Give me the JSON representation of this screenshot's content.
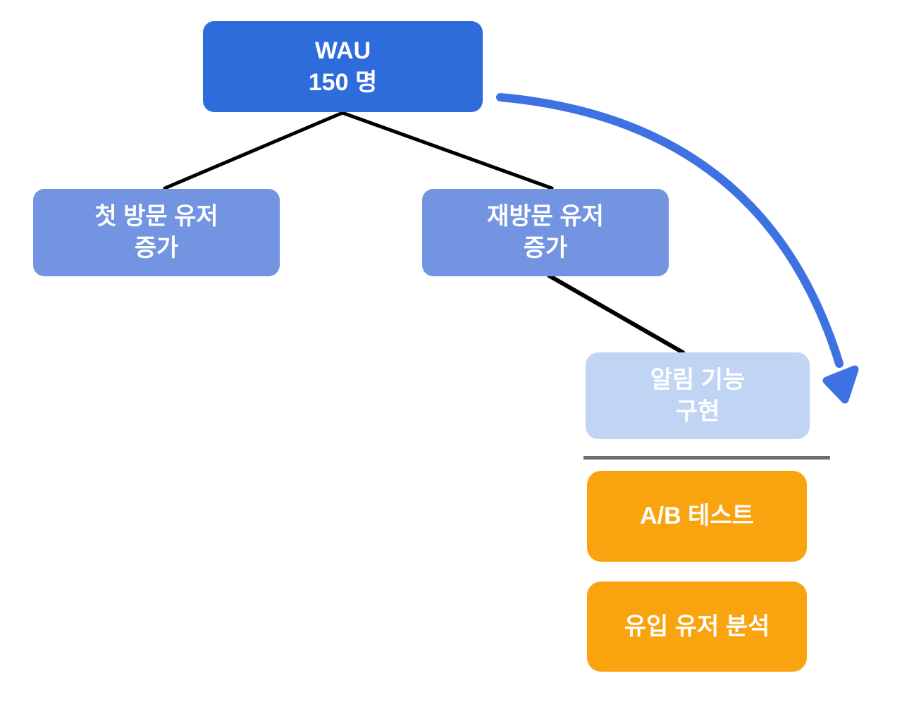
{
  "diagram": {
    "type": "tree-flowchart",
    "background": "#ffffff",
    "nodes": {
      "wau": {
        "label": "WAU\n150 명",
        "fill": "#2f6cdb",
        "text_color": "#ffffff"
      },
      "first_visit": {
        "label": "첫 방문 유저\n증가",
        "fill": "#7294e1",
        "text_color": "#ffffff"
      },
      "revisit": {
        "label": "재방문 유저\n증가",
        "fill": "#7294e1",
        "text_color": "#ffffff"
      },
      "notification": {
        "label": "알림 기능\n구현",
        "fill": "#c0d4f4",
        "text_color": "#ffffff"
      },
      "ab_test": {
        "label": "A/B 테스트",
        "fill": "#f9a30e",
        "text_color": "#ffffff"
      },
      "inflow_analysis": {
        "label": "유입 유저 분석",
        "fill": "#f9a30e",
        "text_color": "#ffffff"
      }
    },
    "edges": {
      "wau_to_first_visit": {
        "style": "straight-line",
        "color": "#000000"
      },
      "wau_to_revisit": {
        "style": "straight-line",
        "color": "#000000"
      },
      "revisit_to_notification": {
        "style": "straight-line",
        "color": "#000000"
      },
      "wau_curved_arrow": {
        "style": "curved-arrow",
        "color": "#3e71e1"
      }
    },
    "divider": {
      "color": "#6e6e6e"
    }
  }
}
